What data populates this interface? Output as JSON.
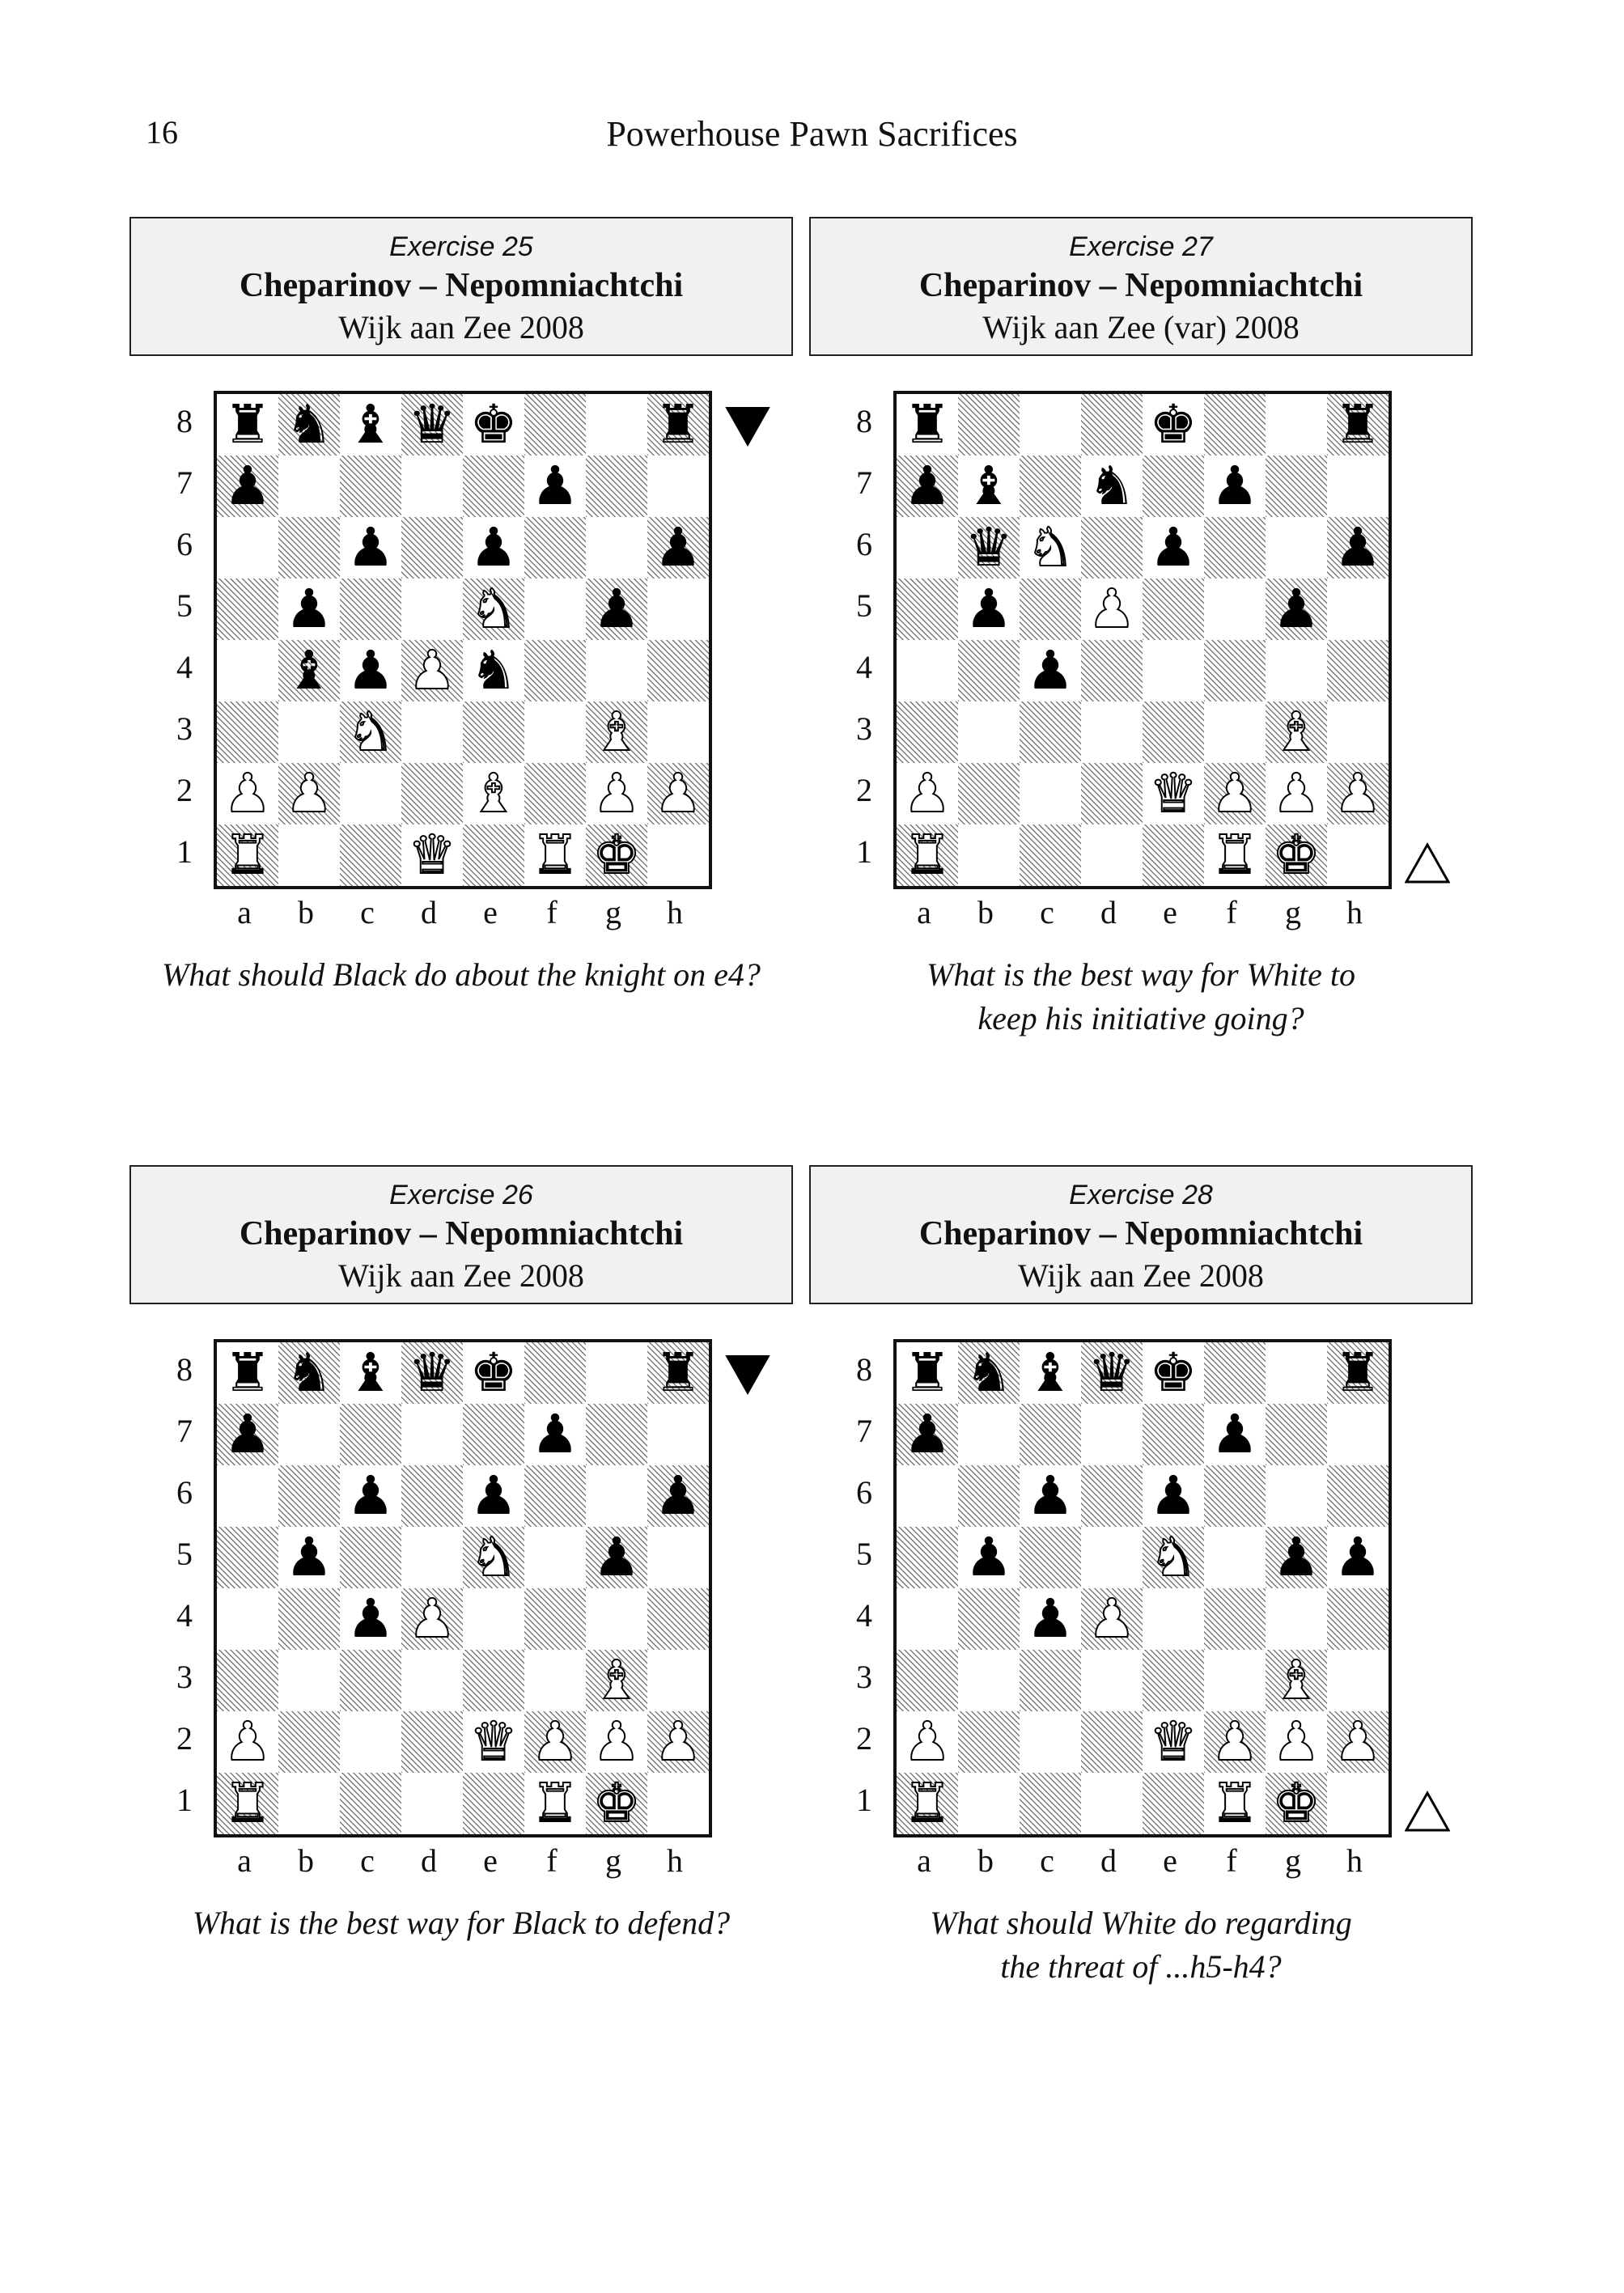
{
  "page": {
    "number": "16",
    "title": "Powerhouse Pawn Sacrifices"
  },
  "files": [
    "a",
    "b",
    "c",
    "d",
    "e",
    "f",
    "g",
    "h"
  ],
  "ranks": [
    "8",
    "7",
    "6",
    "5",
    "4",
    "3",
    "2",
    "1"
  ],
  "exercises": [
    {
      "label": "Exercise 25",
      "players": "Cheparinov – Nepomniachtchi",
      "event": "Wijk aan Zee 2008",
      "side_to_move": "black",
      "fen": "rnbqk2r/p4p2/2p1p2p/1p2N1p1/1bpPn3/2N3B1/PP2B1PP/R2Q1RK1",
      "question_lines": [
        "What should Black do about the knight on e4?"
      ]
    },
    {
      "label": "Exercise 27",
      "players": "Cheparinov – Nepomniachtchi",
      "event": "Wijk aan Zee (var) 2008",
      "side_to_move": "white",
      "fen": "r3k2r/pb1n1p2/1qN1p2p/1p1P2p1/2p5/6B1/P3QPPP/R4RK1",
      "question_lines": [
        "What is the best way for White to",
        "keep his initiative going?"
      ]
    },
    {
      "label": "Exercise 26",
      "players": "Cheparinov – Nepomniachtchi",
      "event": "Wijk aan Zee 2008",
      "side_to_move": "black",
      "fen": "rnbqk2r/p4p2/2p1p2p/1p2N1p1/2pP4/6B1/P3QPPP/R4RK1",
      "question_lines": [
        "What is the best way for Black to defend?"
      ]
    },
    {
      "label": "Exercise 28",
      "players": "Cheparinov – Nepomniachtchi",
      "event": "Wijk aan Zee 2008",
      "side_to_move": "white",
      "fen": "rnbqk2r/p4p2/2p1p3/1p2N1pp/2pP4/6B1/P3QPPP/R4RK1",
      "question_lines": [
        "What should White do regarding",
        "the threat of ...h5-h4?"
      ]
    }
  ],
  "piece_glyphs": {
    "k": "♚",
    "q": "♛",
    "r": "♜",
    "b": "♝",
    "n": "♞",
    "p": "♟"
  },
  "to_move_icons": {
    "black": "black-triangle-icon",
    "white": "white-triangle-icon"
  }
}
